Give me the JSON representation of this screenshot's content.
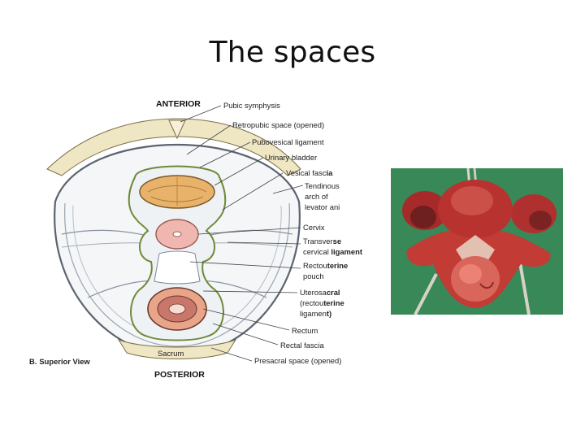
{
  "slide": {
    "title": "The spaces"
  },
  "diagram": {
    "anterior": "ANTERIOR",
    "posterior": "POSTERIOR",
    "view_prefix": "B.",
    "view": "Superior View",
    "sacrum": "Sacrum",
    "labels": {
      "pubic_symphysis": "Pubic symphysis",
      "retropubic_space": "Retropubic space (opened)",
      "pubovesical_ligament": "Pubovesical ligament",
      "urinary_bladder": "Urinary bladder",
      "vesical_fascia_a": "Vesical fasc",
      "vesical_fascia_b": "ia",
      "tendinous_1": "Tendinous",
      "tendinous_2": "arch of",
      "tendinous_3": "levator ani",
      "cervix": "Cervix",
      "transverse_a": "Transver",
      "transverse_b": "se",
      "cervical_a": "cervical ",
      "cervical_b": "ligament",
      "rectouterine_a": "Rectou",
      "rectouterine_b": "terine",
      "pouch": "pouch",
      "uterosacral_a": "Uterosa",
      "uterosacral_b": "cral",
      "rectouterine2_a": "(rectou",
      "rectouterine2_b": "terine",
      "ligament_a": "ligamen",
      "ligament_b": "t)",
      "rectum": "Rectum",
      "rectal_fascia": "Rectal fascia",
      "presacral_space": "Presacral space (opened)"
    }
  }
}
